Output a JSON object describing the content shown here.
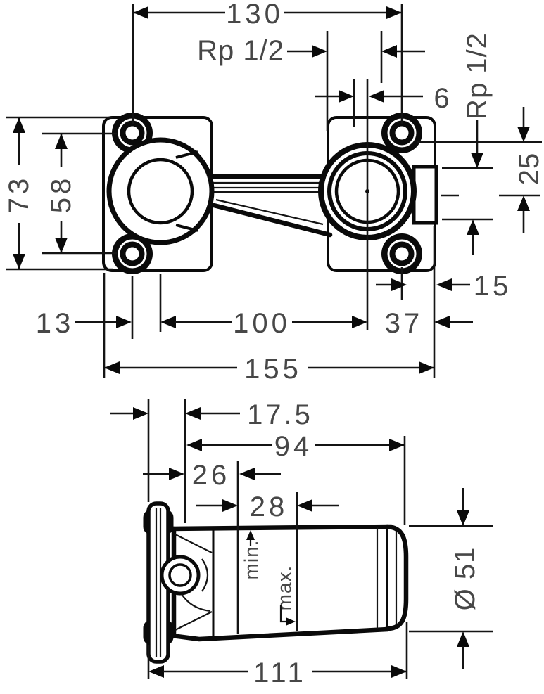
{
  "drawing": {
    "type": "technical-dimension-drawing",
    "views": [
      "front-view",
      "side-view"
    ]
  },
  "top_view": {
    "d130": "130",
    "rp_top": "Rp 1/2",
    "d6": "6",
    "rp_side": "Rp 1/2",
    "d25": "25",
    "d73": "73",
    "d58": "58",
    "d13": "13",
    "d100": "100",
    "d37": "37",
    "d15": "15",
    "d155": "155"
  },
  "side_view": {
    "d17_5": "17.5",
    "d94": "94",
    "d26": "26",
    "d28": "28",
    "label_min": "min.",
    "label_max": "max.",
    "d_diameter": "Ø 51",
    "d111": "111"
  },
  "colors": {
    "line": "#141414",
    "body": "#0a0a0a",
    "text": "#474747",
    "background": "#ffffff"
  }
}
